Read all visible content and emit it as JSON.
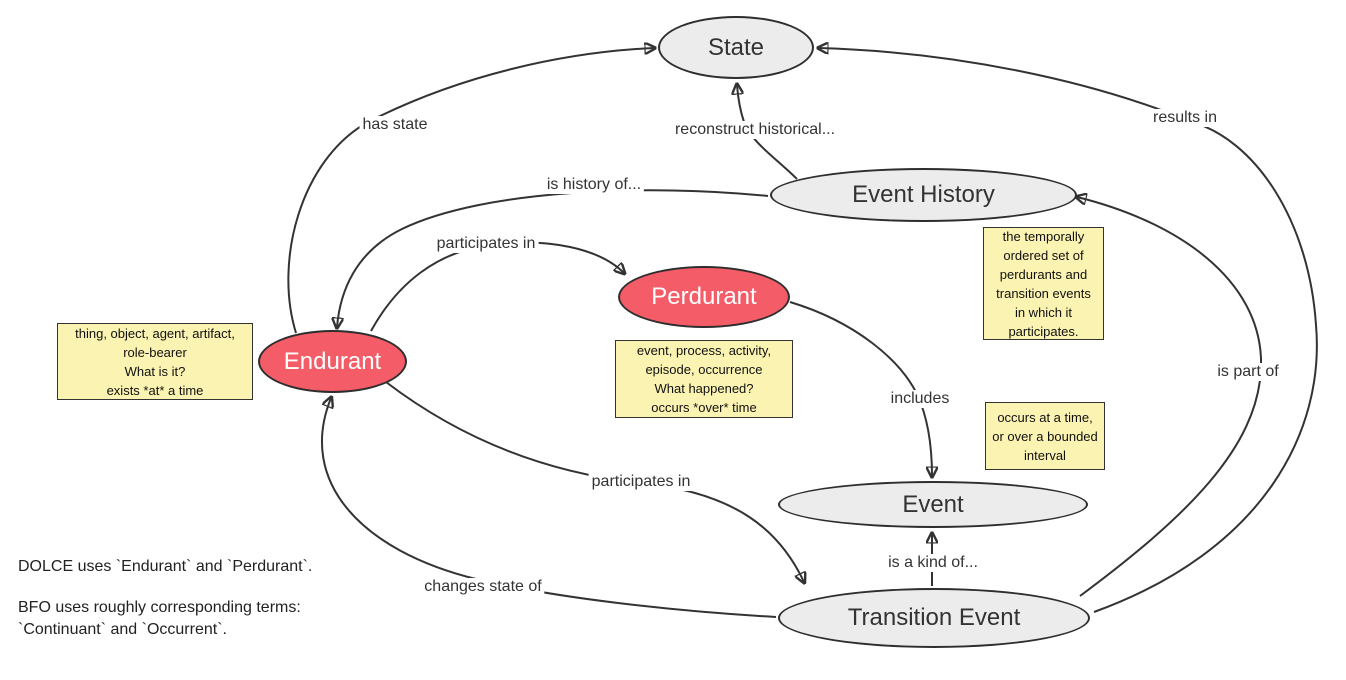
{
  "nodes": {
    "state": {
      "label": "State"
    },
    "event_history": {
      "label": "Event History"
    },
    "perdurant": {
      "label": "Perdurant"
    },
    "endurant": {
      "label": "Endurant"
    },
    "event": {
      "label": "Event"
    },
    "transition_event": {
      "label": "Transition Event"
    }
  },
  "edges": {
    "has_state": {
      "label": "has state",
      "from": "Endurant",
      "to": "State"
    },
    "reconstruct_historical": {
      "label": "reconstruct historical...",
      "from": "Event History",
      "to": "State"
    },
    "results_in": {
      "label": "results in",
      "from": "Transition Event",
      "to": "State"
    },
    "is_history_of": {
      "label": "is history of...",
      "from": "Event History",
      "to": "Endurant"
    },
    "participates_in_perdurant": {
      "label": "participates in",
      "from": "Endurant",
      "to": "Perdurant"
    },
    "includes": {
      "label": "includes",
      "from": "Perdurant",
      "to": "Event"
    },
    "is_part_of": {
      "label": "is part of",
      "from": "Transition Event",
      "to": "Event History"
    },
    "participates_in_transition": {
      "label": "participates in",
      "from": "Endurant",
      "to": "Transition Event"
    },
    "is_a_kind_of": {
      "label": "is a kind of...",
      "from": "Transition Event",
      "to": "Event"
    },
    "changes_state_of": {
      "label": "changes state of",
      "from": "Transition Event",
      "to": "Endurant"
    }
  },
  "notes": {
    "endurant_note": "thing, object, agent, artifact,\nrole-bearer\nWhat is it?\nexists *at* a time",
    "perdurant_note": "event, process, activity,\nepisode, occurrence\nWhat happened?\noccurs *over* time",
    "event_history_note": "the temporally\nordered set of\nperdurants and\ntransition events\nin which it\nparticipates.",
    "event_note": "occurs at a time,\nor over a bounded\ninterval"
  },
  "footnotes": {
    "dolce": "DOLCE uses `Endurant` and `Perdurant`.",
    "bfo": "BFO uses roughly corresponding terms:\n`Continuant` and `Occurrent`."
  },
  "colors": {
    "background": "#ffffff",
    "node_fill_gray": "#ececec",
    "node_fill_red": "#f45c68",
    "node_stroke": "#2e2e2e",
    "edge_stroke": "#333333",
    "note_fill": "#fbf3b1",
    "note_stroke": "#333333",
    "red_node_text": "#ffffff",
    "text": "#333333"
  }
}
